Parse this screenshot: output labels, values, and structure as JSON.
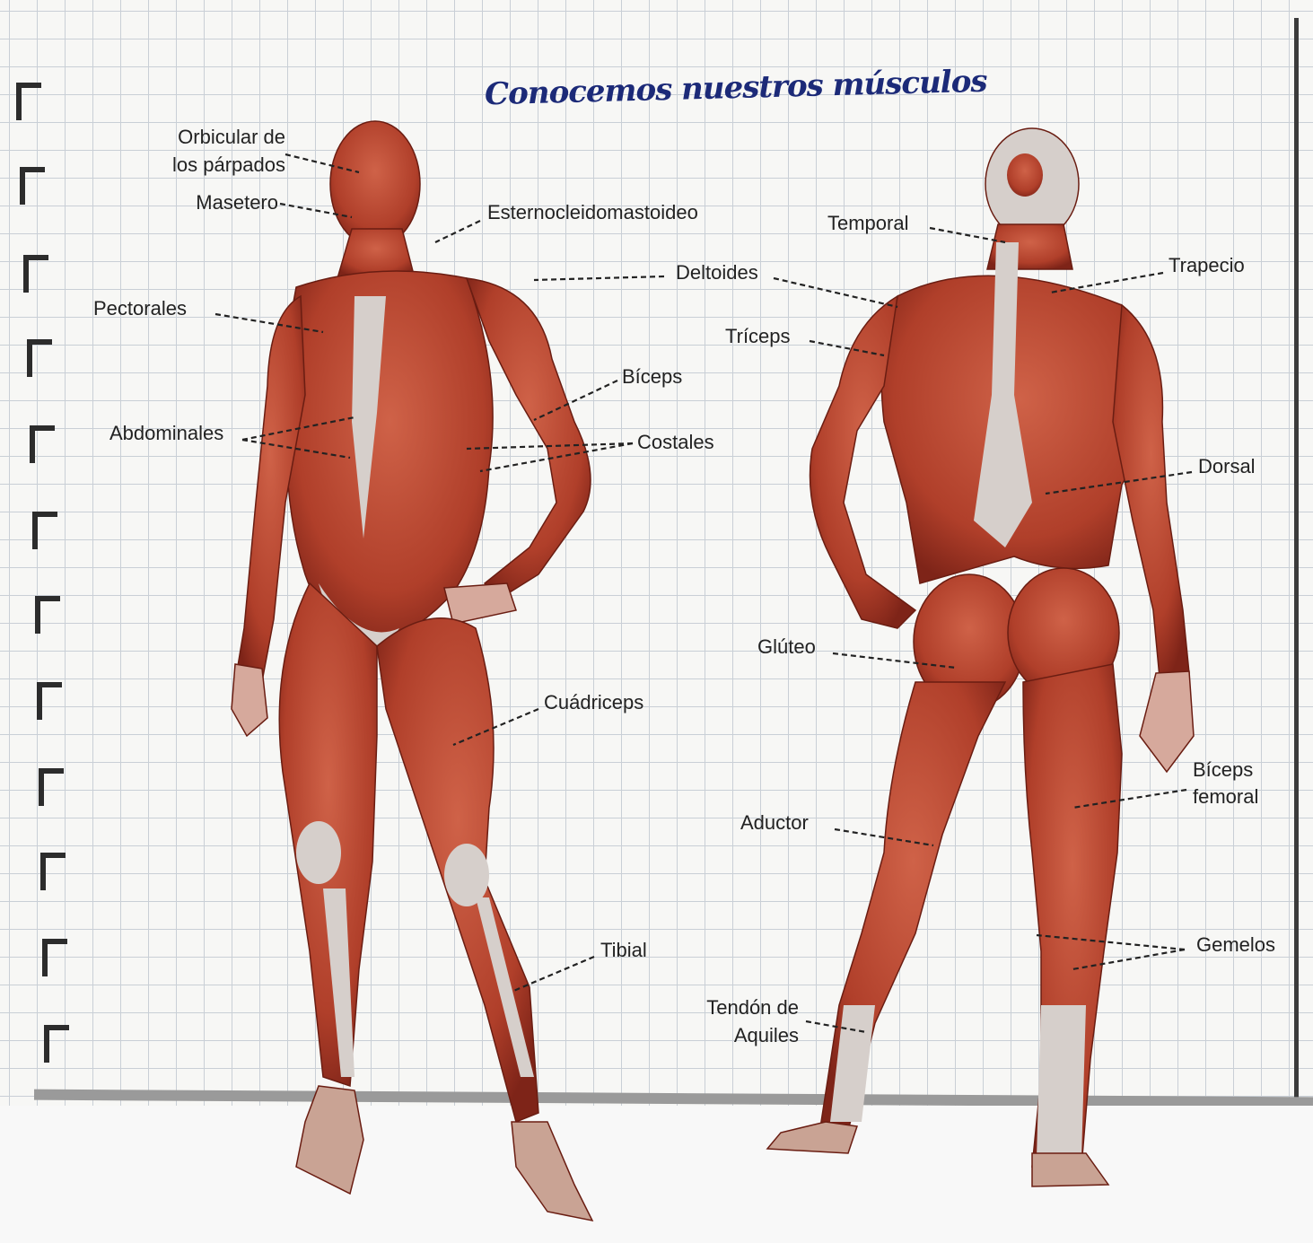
{
  "title": "Conocemos nuestros músculos",
  "colors": {
    "muscle": "#b8452f",
    "muscle_dark": "#7e2418",
    "tendon": "#d6cfcb",
    "ink": "#1c2a78",
    "grid_line": "#c9cfd6"
  },
  "labels": {
    "orbicular": "Orbicular de",
    "orbicular_2": "los párpados",
    "masetero": "Masetero",
    "esternocleidomastoideo": "Esternocleidomastoideo",
    "deltoides": "Deltoides",
    "pectorales": "Pectorales",
    "biceps": "Bíceps",
    "abdominales": "Abdominales",
    "costales": "Costales",
    "cuadriceps": "Cuádriceps",
    "tibial": "Tibial",
    "temporal": "Temporal",
    "trapecio": "Trapecio",
    "triceps": "Tríceps",
    "dorsal": "Dorsal",
    "gluteo": "Glúteo",
    "biceps_femoral": "Bíceps",
    "biceps_femoral_2": "femoral",
    "aductor": "Aductor",
    "gemelos": "Gemelos",
    "aquiles": "Tendón de",
    "aquiles_2": "Aquiles"
  }
}
